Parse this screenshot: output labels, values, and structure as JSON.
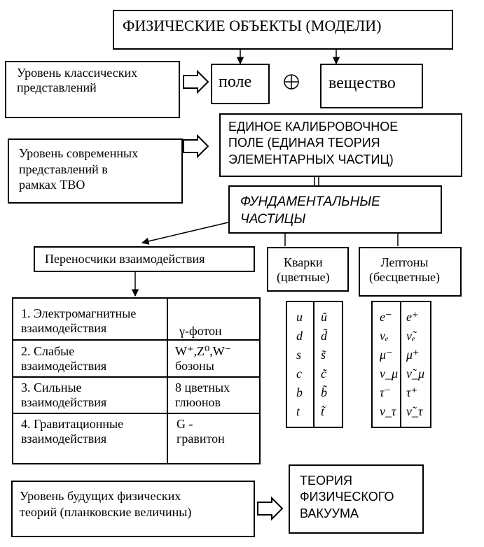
{
  "title": "ФИЗИЧЕСКИЕ ОБЪЕКТЫ (МОДЕЛИ)",
  "classical": {
    "level_label": "Уровень классических\nпредставлений",
    "field": "поле",
    "plus": "⊕",
    "matter": "вещество"
  },
  "modern": {
    "level_label": "Уровень современных\nпредставлений в\nрамках ТВО",
    "unified_field": "ЕДИНОЕ КАЛИБРОВОЧНОЕ\nПОЛЕ (ЕДИНАЯ ТЕОРИЯ\nЭЛЕМЕНТАРНЫХ ЧАСТИЦ)"
  },
  "fundamental": "ФУНДАМЕНТАЛЬНЫЕ\nЧАСТИЦЫ",
  "carriers": {
    "label": "Переносчики взаимодействия",
    "rows": [
      {
        "interaction": "1. Электромагнитные\nвзаимодействия",
        "carrier": "γ-фотон"
      },
      {
        "interaction": "2. Слабые\nвзаимодействия",
        "carrier": "W⁺,Z⁰,W⁻\nбозоны"
      },
      {
        "interaction": "3. Сильные\nвзаимодействия",
        "carrier": "8 цветных\nглюонов"
      },
      {
        "interaction": "4. Гравитационные\nвзаимодействия",
        "carrier": "G -\nгравитон"
      }
    ]
  },
  "quarks": {
    "label": "Кварки\n(цветные)",
    "particles": [
      "u",
      "d",
      "s",
      "c",
      "b",
      "t"
    ],
    "antiparticles": [
      "ũ",
      "d̃",
      "s̃",
      "c̃",
      "b̃",
      "t̃"
    ]
  },
  "leptons": {
    "label": "Лептоны\n(бесцветные)",
    "particles": [
      "e⁻",
      "νₑ",
      "μ⁻",
      "ν_μ",
      "τ⁻",
      "ν_τ"
    ],
    "antiparticles": [
      "e⁺",
      "ν̃ₑ",
      "μ⁺",
      "ν̃_μ",
      "τ⁺",
      "ν̃_τ"
    ]
  },
  "future": {
    "level_label": "Уровень будущих  физических\nтеорий (планковские величины)",
    "theory": "ТЕОРИЯ\nФИЗИЧЕСКОГО\nВАКУУМА"
  }
}
